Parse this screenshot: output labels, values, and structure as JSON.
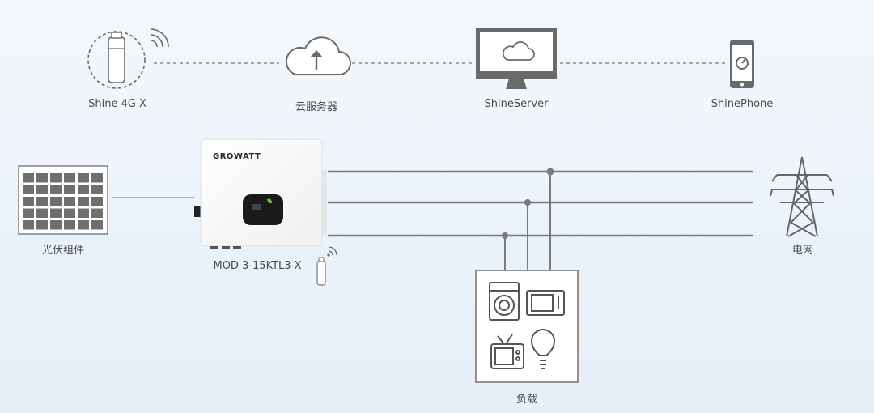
{
  "nodes": {
    "shine4g": {
      "label": "Shine 4G-X",
      "icon": "wifi-dongle-icon"
    },
    "cloud": {
      "label": "云服务器",
      "icon": "cloud-upload-icon"
    },
    "server": {
      "label": "ShineServer",
      "icon": "monitor-cloud-icon"
    },
    "phone": {
      "label": "ShinePhone",
      "icon": "smartphone-icon"
    },
    "pv": {
      "label": "光伏组件",
      "icon": "solar-panel-icon"
    },
    "inverter": {
      "label": "MOD 3-15KTL3-X",
      "brand": "GROWATT",
      "icon": "inverter-icon"
    },
    "grid": {
      "label": "电网",
      "icon": "power-tower-icon"
    },
    "load": {
      "label": "负载",
      "icon": "appliances-icon"
    }
  },
  "colors": {
    "line": "#7a7a7a",
    "dash": "#8a8a8a",
    "pv_link": "#7ed957",
    "brand_green": "#6abf2a",
    "panel_cell": "#6f6f6f"
  }
}
